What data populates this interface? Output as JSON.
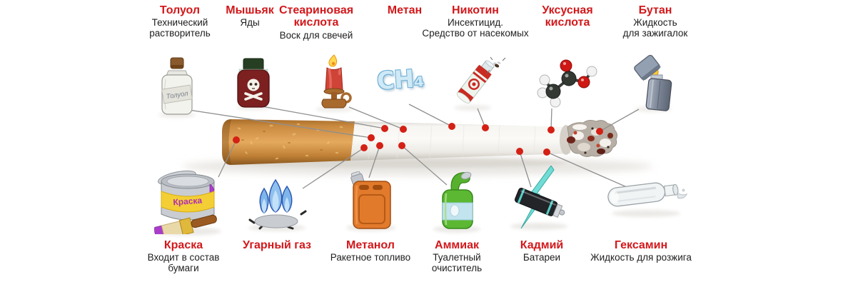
{
  "colors": {
    "title_red": "#d2181b",
    "text_black": "#1e1e1e",
    "connector_gray": "#8f8f8f",
    "dot_red": "#d42015",
    "filter_orange": "#d9944a",
    "paper_white": "#f4f3f0",
    "methane_blue": "#cfe9f6"
  },
  "top_items": [
    {
      "name": "Толуол",
      "desc": "Технический\nрастворитель",
      "icon": "toluene-bottle-icon",
      "icon_label": "Толуол"
    },
    {
      "name": "Мышьяк",
      "desc": "Яды",
      "icon": "poison-jar-icon"
    },
    {
      "name": "Стеариновая\nкислота",
      "desc": "Воск для свечей",
      "icon": "red-candle-icon"
    },
    {
      "name": "Метан",
      "desc": "",
      "icon": "ch4-formula-icon",
      "icon_label": "CH₄"
    },
    {
      "name": "Никотин",
      "desc": "Инсектицид.\nСредство от насекомых",
      "icon": "insecticide-spray-icon"
    },
    {
      "name": "Уксусная\nкислота",
      "desc": "",
      "icon": "acetic-acid-molecule-icon"
    },
    {
      "name": "Бутан",
      "desc": "Жидкость\nдля зажигалок",
      "icon": "petrol-lighter-icon"
    }
  ],
  "bottom_items": [
    {
      "name": "Краска",
      "desc": "Входит в состав\nбумаги",
      "icon": "paint-can-icon",
      "icon_label": "Краска"
    },
    {
      "name": "Угарный газ",
      "desc": "",
      "icon": "blue-flame-icon"
    },
    {
      "name": "Метанол",
      "desc": "Ракетное топливо",
      "icon": "fuel-canister-icon"
    },
    {
      "name": "Аммиак",
      "desc": "Туалетный\nочиститель",
      "icon": "toilet-cleaner-bottle-icon"
    },
    {
      "name": "Кадмий",
      "desc": "Батареи",
      "icon": "battery-lightning-icon"
    },
    {
      "name": "Гексамин",
      "desc": "Жидкость для розжига",
      "icon": "glass-ampoule-icon"
    }
  ]
}
